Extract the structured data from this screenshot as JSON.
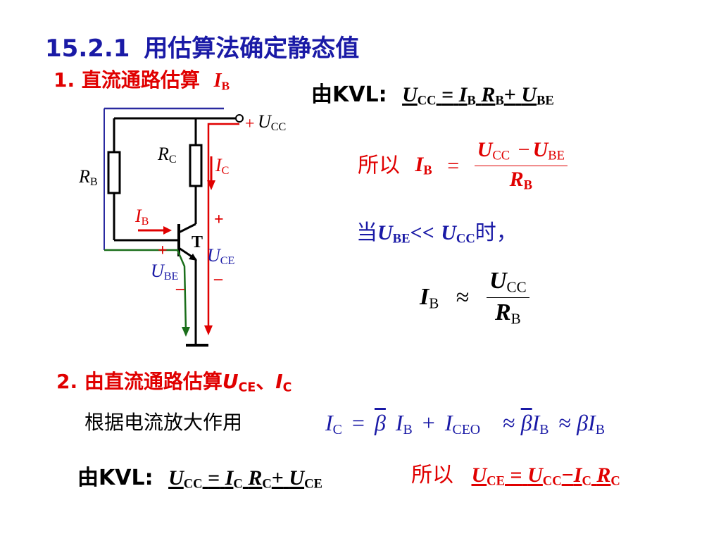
{
  "title": {
    "number": "15.2.1",
    "text": "用估算法确定静态值"
  },
  "section1": {
    "label": "1.  直流通路估算",
    "var": "I",
    "sub": "B"
  },
  "kvl1": {
    "prefix": "由KVL:",
    "t1": "U",
    "t1s": "CC",
    "eq": "=",
    "t2": "I",
    "t2s": "B",
    "t3": "R",
    "t3s": "B",
    "plus": "+",
    "t4": "U",
    "t4s": "BE"
  },
  "formula1": {
    "prefix": "所以",
    "lhs": "I",
    "lhs_sub": "B",
    "eq": "=",
    "num_a": "U",
    "num_a_sub": "CC",
    "minus": "−",
    "num_b": "U",
    "num_b_sub": "BE",
    "den": "R",
    "den_sub": "B"
  },
  "condition": {
    "prefix": "当",
    "a": "U",
    "a_sub": "BE",
    "op": "<<",
    "b": "U",
    "b_sub": "CC",
    "suffix": "时，"
  },
  "formula2": {
    "lhs": "I",
    "lhs_sub": "B",
    "approx": "≈",
    "num": "U",
    "num_sub": "CC",
    "den": "R",
    "den_sub": "B"
  },
  "circuit": {
    "vcc_plus": "+",
    "vcc": "U",
    "vcc_sub": "CC",
    "rc": "R",
    "rc_sub": "C",
    "ic": "I",
    "ic_sub": "C",
    "rb": "R",
    "rb_sub": "B",
    "ib": "I",
    "ib_sub": "B",
    "transistor": "T",
    "uce_plus": "+",
    "uce": "U",
    "uce_sub": "CE",
    "uce_minus": "–",
    "ube_plus": "+",
    "ube": "U",
    "ube_sub": "BE",
    "ube_minus": "–",
    "colors": {
      "vcc_rail": "#2a2aa0",
      "collector_loop": "#e00000",
      "base_loop": "#1a6e1a",
      "ib_arrow": "#e00000"
    }
  },
  "section2": {
    "label": "2. 由直流通路估算",
    "v1": "U",
    "v1_sub": "CE",
    "sep": "、",
    "v2": "I",
    "v2_sub": "C"
  },
  "amplify": {
    "text": "根据电流放大作用",
    "lhs": "I",
    "lhs_sub": "C",
    "eq": "=",
    "beta": "β",
    "ib": "I",
    "ib_sub": "B",
    "plus": "+",
    "iceo": "I",
    "iceo_sub": "CEO",
    "approx1": "≈",
    "beta2": "β",
    "ib2": "I",
    "ib2_sub": "B",
    "approx2": "≈",
    "beta3": "β",
    "ib3": "I",
    "ib3_sub": "B"
  },
  "kvl2": {
    "prefix": "由KVL:",
    "t1": "U",
    "t1s": "CC",
    "eq": "=",
    "t2": "I",
    "t2s": "C",
    "t3": "R",
    "t3s": "C",
    "plus": "+",
    "t4": "U",
    "t4s": "CE"
  },
  "result": {
    "prefix": "所以",
    "t1": "U",
    "t1s": "CE",
    "eq": "=",
    "t2": "U",
    "t2s": "CC",
    "minus": "−",
    "t3": "I",
    "t3s": "C",
    "t4": "R",
    "t4s": "C"
  },
  "palette": {
    "blue": "#1a1aa6",
    "red": "#e00000",
    "black": "#000000",
    "green": "#1a6e1a"
  }
}
